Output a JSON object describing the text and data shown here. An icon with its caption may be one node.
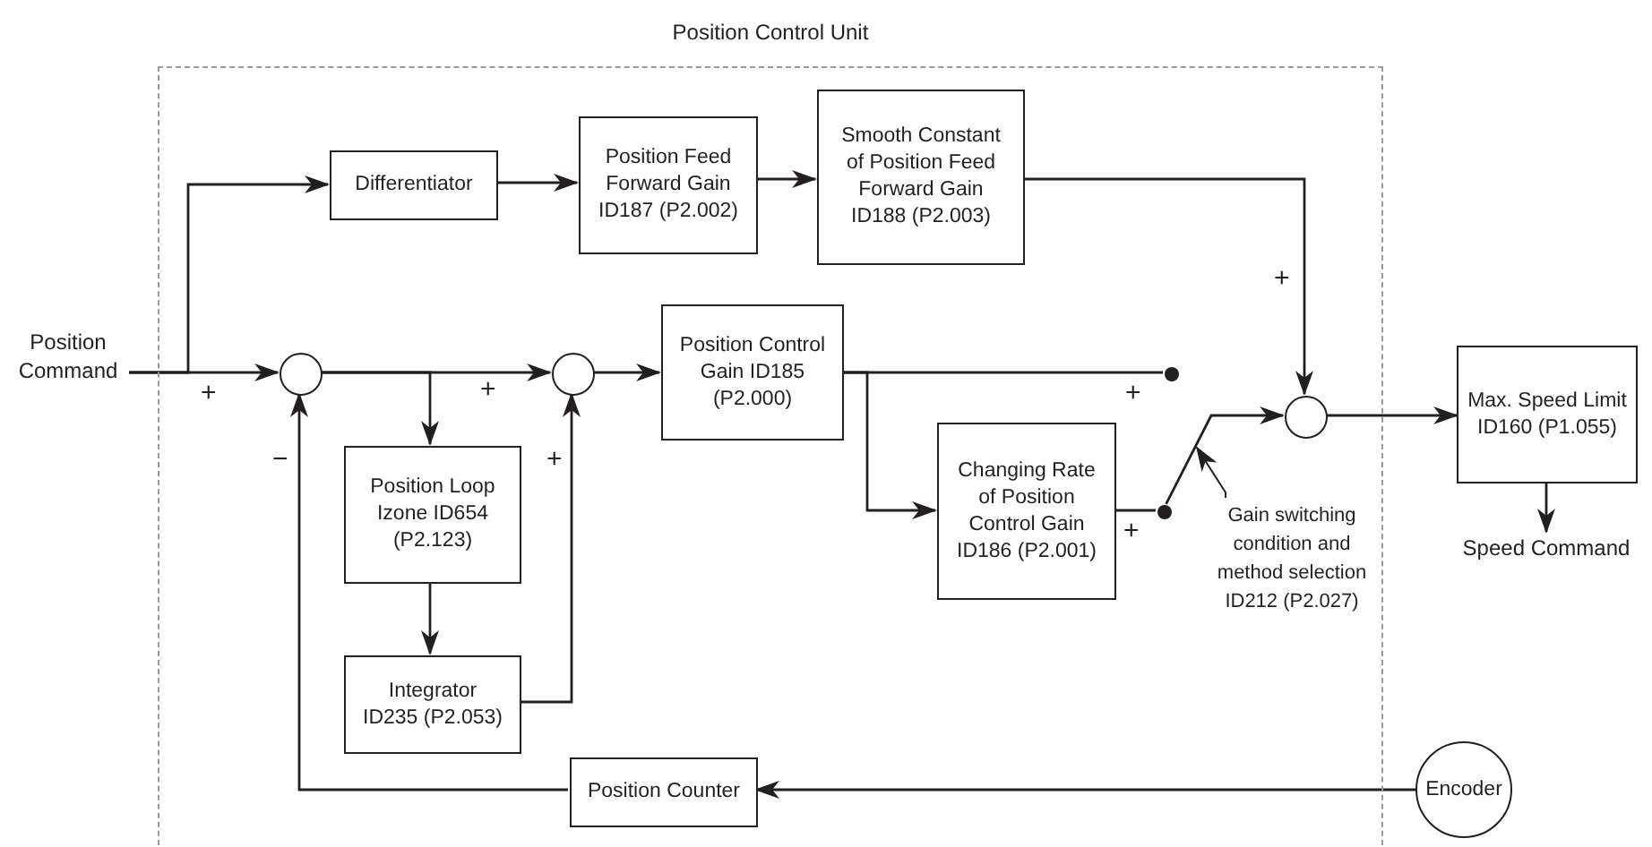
{
  "diagram": {
    "nodes": [
      {
        "text": [
          "Position Control Unit"
        ]
      },
      {
        "text": [
          "Position Command"
        ]
      },
      {
        "text": [
          "Differentiator"
        ],
        "in": 0
      },
      {
        "text": [
          "Position Feed Forward Gain ID187 (P2.002)"
        ],
        "in": 0
      },
      {
        "text": [
          "Smooth Constant of Position Feed Forward Gain ID188 (P2.003)"
        ],
        "in": 0
      },
      {
        "text": [],
        "shape": "circle",
        "in": 0
      },
      {
        "text": [],
        "shape": "circle",
        "in": 0
      },
      {
        "text": [
          "Position Control Gain ID185 (P2.000)"
        ],
        "in": 0
      },
      {
        "text": [
          "Position Loop Izone ID654 (P2.123)"
        ],
        "in": 0
      },
      {
        "text": [
          "Integrator ID235 (P2.053)"
        ],
        "in": 0
      },
      {
        "text": [
          "Changing Rate of Position Control Gain ID186 (P2.001)"
        ],
        "in": 0
      },
      {
        "text": [],
        "shape": "circle",
        "in": 0
      },
      {
        "text": [
          "Max. Speed Limit ID160 (P1.055)"
        ]
      },
      {
        "text": [
          "Speed Command"
        ]
      },
      {
        "text": [
          "Position Counter"
        ],
        "in": 0
      },
      {
        "text": [
          "Encoder"
        ]
      },
      {
        "text": [
          "Gain switching condition and method selection ID212 (P2.027)"
        ],
        "in": 0
      },
      {
        "text": [],
        "shape": "circle",
        "in": 0
      },
      {
        "text": [],
        "shape": "circle",
        "in": 0
      }
    ],
    "edges": [
      {
        "from": 1,
        "to": 5,
        "arrow": "to"
      },
      {
        "from": 1,
        "to": 2,
        "arrow": "to"
      },
      {
        "from": 2,
        "to": 3,
        "arrow": "to"
      },
      {
        "from": 3,
        "to": 4,
        "arrow": "to"
      },
      {
        "from": 4,
        "to": 11,
        "arrow": "to"
      },
      {
        "from": 5,
        "to": 6,
        "arrow": "to"
      },
      {
        "from": 5,
        "to": 8,
        "arrow": "to"
      },
      {
        "from": 8,
        "to": 9,
        "arrow": "to"
      },
      {
        "from": 9,
        "to": 6,
        "arrow": "to"
      },
      {
        "from": 14,
        "to": 5,
        "arrow": "to"
      },
      {
        "from": 15,
        "to": 14,
        "arrow": "to"
      },
      {
        "from": 6,
        "to": 7,
        "arrow": "to"
      },
      {
        "from": 7,
        "to": 17,
        "arrow": "none"
      },
      {
        "from": 7,
        "to": 10,
        "arrow": "to"
      },
      {
        "from": 10,
        "to": 18,
        "arrow": "none"
      },
      {
        "from": 18,
        "to": 11,
        "arrow": "to"
      },
      {
        "from": 11,
        "to": 12,
        "arrow": "to"
      },
      {
        "from": 12,
        "to": 13,
        "arrow": "to"
      },
      {
        "from": 16,
        "to": null,
        "arrow": "to"
      }
    ],
    "labels": [
      "+",
      "+",
      "+",
      "+",
      "−",
      "+",
      "+"
    ]
  }
}
